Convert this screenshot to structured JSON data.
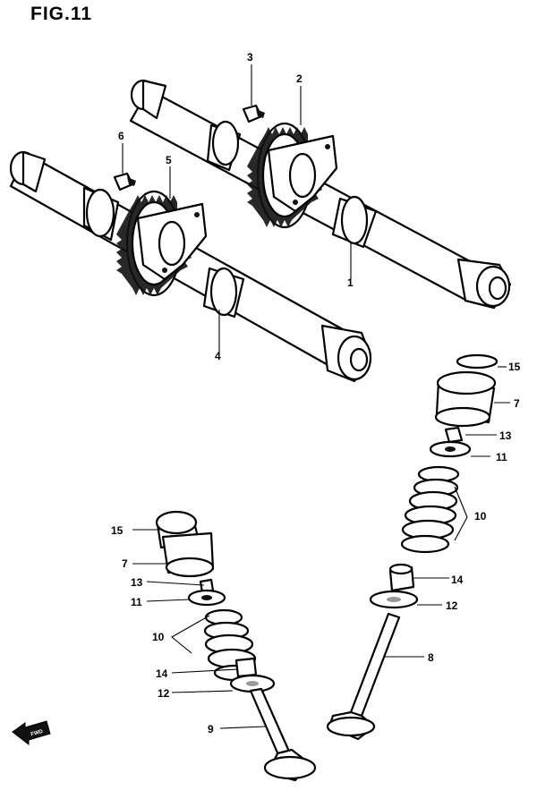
{
  "figure": {
    "title": "FIG.11"
  },
  "arrow": {
    "text": "FWD"
  },
  "callouts": {
    "c1": "1",
    "c2": "2",
    "c3": "3",
    "c4": "4",
    "c5": "5",
    "c6": "6",
    "c15a": "15",
    "c7a": "7",
    "c13a": "13",
    "c11a": "11",
    "c10a": "10",
    "c14a": "14",
    "c12a": "12",
    "c8": "8",
    "c15b": "15",
    "c7b": "7",
    "c13b": "13",
    "c11b": "11",
    "c10b": "10",
    "c14b": "14",
    "c12b": "12",
    "c9": "9"
  }
}
